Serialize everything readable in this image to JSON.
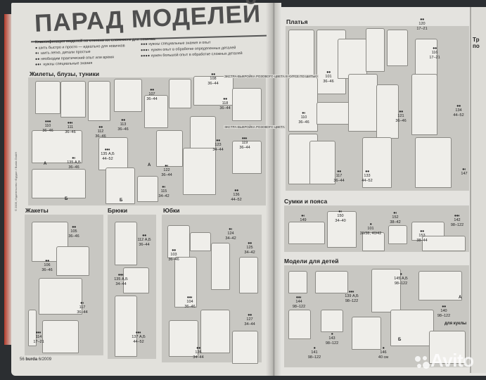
{
  "header": {
    "title": "ПАРАД МОДЕЛЕЙ",
    "legend_heading": "Классификация моделей по степени их сложности для пошива:",
    "legend": [
      {
        "dots": "●",
        "text": "шить быстро и просто — идеально для новичков"
      },
      {
        "dots": "●◐",
        "text": "шить легко, детали простые"
      },
      {
        "dots": "●●",
        "text": "необходим практический опыт или время"
      },
      {
        "dots": "●●◐",
        "text": "нужны специальные знания"
      },
      {
        "dots": "●●●",
        "text": "нужны специальные знания и опыт"
      },
      {
        "dots": "●●●◐",
        "text": "нужен опыт в обработке определенных деталей"
      },
      {
        "dots": "●●●●",
        "text": "нужен большой опыт в обработке сложных деталей"
      }
    ]
  },
  "sections": {
    "blouses": "Жилеты, блузы, туники",
    "jackets": "Жакеты",
    "trousers": "Брюки",
    "skirts": "Юбки",
    "dresses": "Платья",
    "bags": "Сумки и пояса",
    "kids": "Модели для детей"
  },
  "notes": {
    "extra1": "ЭКСТРА-ВЫКРОЙКА РОЗОВОГО ЦВЕТА В КУРСЕ ПО ШИТЬЮ",
    "extra2": "ЭКСТРА-ВЫКРОЙКА РОЗОВОГО ЦВЕТА",
    "doll": "для куклы"
  },
  "models": [
    {
      "dots": "●●●",
      "num": "110",
      "sizes": "36–46"
    },
    {
      "dots": "●●◐",
      "num": "111",
      "sizes": "36–46"
    },
    {
      "dots": "●●",
      "num": "112",
      "sizes": "36–46"
    },
    {
      "dots": "●●",
      "num": "113",
      "sizes": "36–46"
    },
    {
      "dots": "●●",
      "num": "107",
      "sizes": "36–44"
    },
    {
      "dots": "●●◐",
      "num": "135 А,Б",
      "sizes": "44–52"
    },
    {
      "dots": "●◐",
      "num": "135 А,Б",
      "sizes": "36–46"
    },
    {
      "dots": "●◐",
      "num": "115",
      "sizes": "34–42"
    },
    {
      "dots": "●●",
      "num": "108",
      "sizes": "36–44"
    },
    {
      "dots": "●●",
      "num": "118",
      "sizes": "36–44"
    },
    {
      "dots": "●●",
      "num": "123",
      "sizes": "34–44"
    },
    {
      "dots": "●◐",
      "num": "122",
      "sizes": "36–44"
    },
    {
      "dots": "●●◐",
      "num": "119",
      "sizes": "36–44"
    },
    {
      "dots": "●●",
      "num": "136",
      "sizes": "44–52"
    },
    {
      "dots": "●●",
      "num": "105",
      "sizes": "36–46"
    },
    {
      "dots": "●●",
      "num": "106",
      "sizes": "36–46"
    },
    {
      "dots": "●◐",
      "num": "117",
      "sizes": "36–44"
    },
    {
      "dots": "●●◐",
      "num": "114",
      "sizes": "17–21"
    },
    {
      "dots": "●●",
      "num": "112 А,Б",
      "sizes": "36–44"
    },
    {
      "dots": "●●◐",
      "num": "135 А,Б",
      "sizes": "34–44"
    },
    {
      "dots": "●●◐",
      "num": "137 А,Б",
      "sizes": "44–52"
    },
    {
      "dots": "●◐",
      "num": "124",
      "sizes": "34–42"
    },
    {
      "dots": "●●",
      "num": "125",
      "sizes": "34–42"
    },
    {
      "dots": "●●",
      "num": "103",
      "sizes": "36–46"
    },
    {
      "dots": "●●◐",
      "num": "104",
      "sizes": "36–46"
    },
    {
      "dots": "●●",
      "num": "127",
      "sizes": "34–44"
    },
    {
      "dots": "●●",
      "num": "126",
      "sizes": "34–44"
    },
    {
      "dots": "●●",
      "num": "120",
      "sizes": "17–21"
    },
    {
      "dots": "●●",
      "num": "116",
      "sizes": "17–21"
    },
    {
      "dots": "●●",
      "num": "101",
      "sizes": "36–46"
    },
    {
      "dots": "●◐",
      "num": "110",
      "sizes": "36–46"
    },
    {
      "dots": "●●",
      "num": "121",
      "sizes": "36–46"
    },
    {
      "dots": "●●",
      "num": "134",
      "sizes": "44–52"
    },
    {
      "dots": "●●",
      "num": "117",
      "sizes": "36–44"
    },
    {
      "dots": "●●",
      "num": "133",
      "sizes": "44–52"
    },
    {
      "dots": "●◐",
      "num": "147",
      "sizes": ""
    },
    {
      "dots": "●◐",
      "num": "149",
      "sizes": ""
    },
    {
      "dots": "●◐",
      "num": "150",
      "sizes": "34–40"
    },
    {
      "dots": "●",
      "num": "101",
      "sizes": "36/38, 40/42"
    },
    {
      "dots": "●◐",
      "num": "152",
      "sizes": "38–42"
    },
    {
      "dots": "●●",
      "num": "153",
      "sizes": "38–44"
    },
    {
      "dots": "●●◐",
      "num": "142",
      "sizes": "98–122"
    },
    {
      "dots": "●●◐",
      "num": "144",
      "sizes": "98–122"
    },
    {
      "dots": "●●◐",
      "num": "139 А,Б",
      "sizes": "98–122"
    },
    {
      "dots": "●",
      "num": "145 А,Б",
      "sizes": "98–122"
    },
    {
      "dots": "●●",
      "num": "140",
      "sizes": "98–122"
    },
    {
      "dots": "●",
      "num": "143",
      "sizes": "98–122"
    },
    {
      "dots": "●",
      "num": "141",
      "sizes": "98–122"
    },
    {
      "dots": "●",
      "num": "146",
      "sizes": "40 см"
    }
  ],
  "letters": {
    "a": "А",
    "b": "Б"
  },
  "footer": {
    "page": "56",
    "brand": "burda",
    "issue": "6/2009"
  },
  "copyright": "© 2009, Издательство «Бурда» / Burda GmbH",
  "next_page_title": "Тр по",
  "watermark": "Avito"
}
